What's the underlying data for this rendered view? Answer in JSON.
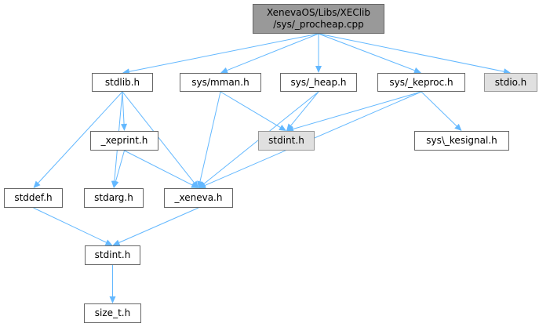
{
  "graph": {
    "root": {
      "line1": "XenevaOS/Libs/XEClib",
      "line2": "/sys/_procheap.cpp"
    },
    "nodes": {
      "stdlib": "stdlib.h",
      "mman": "sys/mman.h",
      "heap": "sys/_heap.h",
      "keproc": "sys/_keproc.h",
      "stdio": "stdio.h",
      "stdint_ext": "stdint.h",
      "kesignal": "sys\\_kesignal.h",
      "xeprint": "_xeprint.h",
      "stddef": "stddef.h",
      "stdarg": "stdarg.h",
      "xeneva": "_xeneva.h",
      "stdint": "stdint.h",
      "size_t": "size_t.h"
    },
    "edges": [
      [
        "root",
        "stdlib"
      ],
      [
        "root",
        "mman"
      ],
      [
        "root",
        "heap"
      ],
      [
        "root",
        "keproc"
      ],
      [
        "root",
        "stdio"
      ],
      [
        "stdlib",
        "xeprint"
      ],
      [
        "stdlib",
        "stddef"
      ],
      [
        "stdlib",
        "stdarg"
      ],
      [
        "stdlib",
        "xeneva"
      ],
      [
        "mman",
        "stdint_ext"
      ],
      [
        "mman",
        "xeneva"
      ],
      [
        "heap",
        "stdint_ext"
      ],
      [
        "heap",
        "xeneva"
      ],
      [
        "keproc",
        "stdint_ext"
      ],
      [
        "keproc",
        "kesignal"
      ],
      [
        "keproc",
        "xeneva"
      ],
      [
        "xeprint",
        "stdarg"
      ],
      [
        "xeprint",
        "xeneva"
      ],
      [
        "stddef",
        "stdint"
      ],
      [
        "xeneva",
        "stdint"
      ],
      [
        "stdint",
        "size_t"
      ]
    ],
    "colors": {
      "edge": "#63b8ff",
      "root_fill": "#999999",
      "external_fill": "#e0e0e0"
    }
  }
}
